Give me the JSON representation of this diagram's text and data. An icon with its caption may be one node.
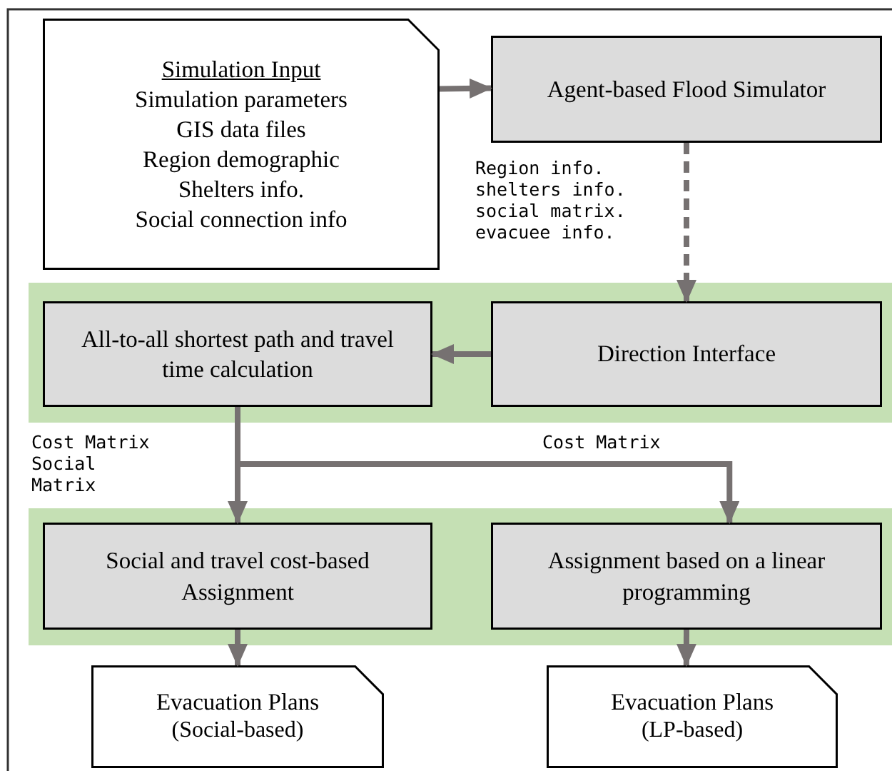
{
  "diagram": {
    "nodes": [
      {
        "text": [
          "Simulation Input",
          "Simulation parameters",
          "GIS data files",
          "Region demographic",
          "Shelters info.",
          "Social connection info"
        ]
      },
      {
        "text": [
          "Agent-based Flood Simulator"
        ]
      },
      {
        "text": [],
        "shape": "band"
      },
      {
        "text": [
          "All-to-all shortest path and travel time calculation"
        ],
        "in": 2
      },
      {
        "text": [
          "Direction Interface"
        ],
        "in": 2
      },
      {
        "text": [],
        "shape": "band"
      },
      {
        "text": [
          "Social and travel cost-based Assignment"
        ],
        "in": 5
      },
      {
        "text": [
          "Assignment based on a linear programming"
        ],
        "in": 5
      },
      {
        "text": [
          "Evacuation Plans",
          "(Social-based)"
        ]
      },
      {
        "text": [
          "Evacuation Plans",
          "(LP-based)"
        ]
      }
    ],
    "edges": [
      {
        "from": 0,
        "to": 1,
        "arrow": "to"
      },
      {
        "from": 1,
        "to": 4,
        "arrow": "to",
        "style": "dashed",
        "label": "Region info. shelters info. social matrix. evacuee info."
      },
      {
        "from": 4,
        "to": 3,
        "arrow": "to"
      },
      {
        "from": 3,
        "to": 6,
        "arrow": "to",
        "label": "Cost Matrix Social Matrix"
      },
      {
        "from": 3,
        "to": 7,
        "arrow": "to",
        "label": "Cost Matrix"
      },
      {
        "from": 6,
        "to": 8,
        "arrow": "to"
      },
      {
        "from": 7,
        "to": 9,
        "arrow": "to"
      }
    ]
  }
}
